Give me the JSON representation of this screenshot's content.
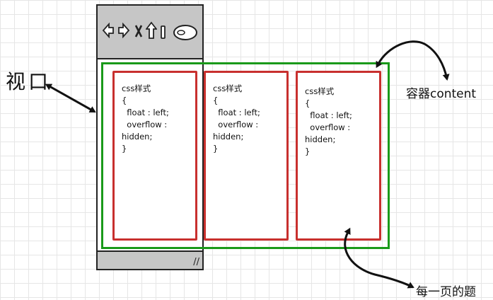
{
  "labels": {
    "viewport": "视口",
    "container": "容器content",
    "each_page": "每一页的题"
  },
  "pages": [
    {
      "code": "css样式\n{\n  float : left;\n  overflow :\nhidden;\n}"
    },
    {
      "code": "css样式\n{\n  float : left;\n  overflow :\nhidden;\n}"
    },
    {
      "code": "css样式\n{\n  float : left;\n  overflow :\nhidden;\n}"
    }
  ],
  "toolbar": {
    "icons": [
      "back-arrow-icon",
      "forward-arrow-icon",
      "close-x-icon",
      "up-arrow-icon",
      "bar-icon",
      "pill-icon"
    ]
  },
  "statusbar": {
    "grip": "//"
  },
  "colors": {
    "container_border": "#1a9a1a",
    "page_border": "#c8302e",
    "chrome_fill": "#c6c6c6"
  }
}
